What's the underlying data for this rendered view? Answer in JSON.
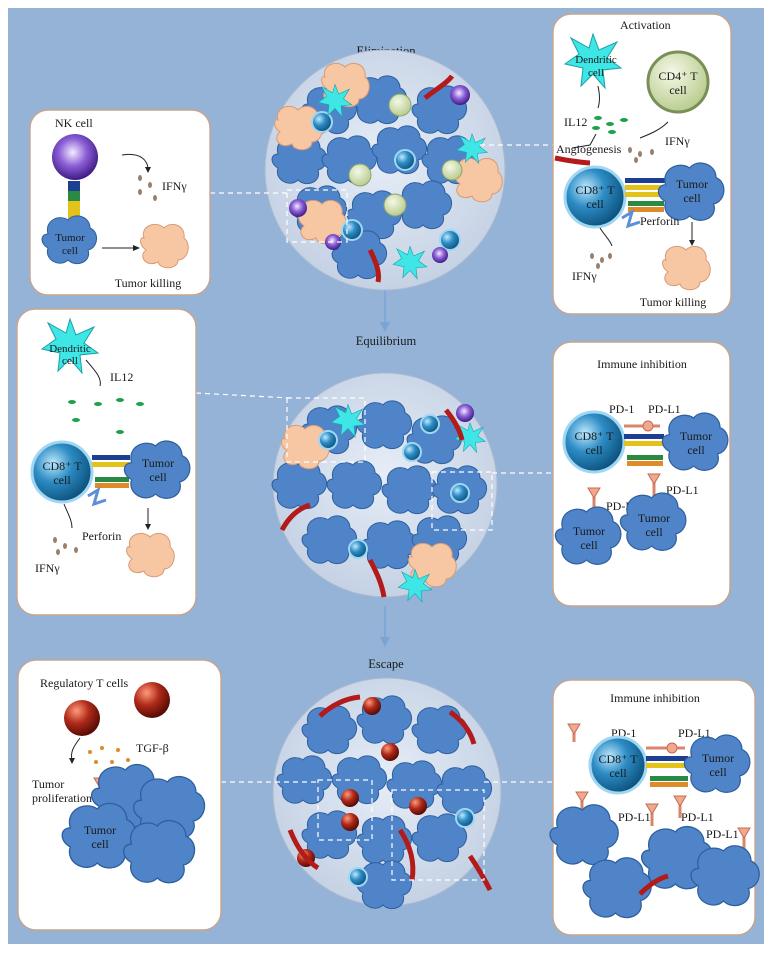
{
  "phases": {
    "elimination": "Elimination",
    "equilibrium": "Equilibrium",
    "escape": "Escape"
  },
  "nk_panel": {
    "nk_cell": "NK cell",
    "ifn": "IFNγ",
    "tumor_cell": [
      "Tumor",
      "cell"
    ],
    "tumor_killing": "Tumor killing"
  },
  "activation_panel": {
    "title": "Activation",
    "dendritic_cell": [
      "Dendritic",
      "cell"
    ],
    "cd4_cell": [
      "CD4⁺ T",
      "cell"
    ],
    "il12": "IL12",
    "angiogenesis": "Angiogenesis",
    "ifn_top": "IFNγ",
    "cd8_cell": [
      "CD8⁺ T",
      "cell"
    ],
    "tumor_cell": [
      "Tumor",
      "cell"
    ],
    "perforin": "Perforin",
    "ifn_bottom": "IFNγ",
    "tumor_killing": "Tumor killing"
  },
  "equilibrium_panel": {
    "dendritic_cell": [
      "Dendritic",
      "cell"
    ],
    "il12": "IL12",
    "cd8_cell": [
      "CD8⁺ T",
      "cell"
    ],
    "tumor_cell": [
      "Tumor",
      "cell"
    ],
    "perforin": "Perforin",
    "ifn": "IFNγ"
  },
  "inhibition_panel_1": {
    "title": "Immune inhibition",
    "pd1": "PD-1",
    "pdl1_top": "PD-L1",
    "cd8_cell": [
      "CD8⁺ T",
      "cell"
    ],
    "tumor_cell_main": [
      "Tumor",
      "cell"
    ],
    "pdl1_left": "PD-L1",
    "pdl1_right": "PD-L1",
    "tumor_cell_left": [
      "Tumor",
      "cell"
    ],
    "tumor_cell_right": [
      "Tumor",
      "cell"
    ]
  },
  "regulatory_panel": {
    "title": "Regulatory T cells",
    "tgf": "TGF-β",
    "proliferation": [
      "Tumor",
      "proliferation"
    ],
    "tumor_cell": [
      "Tumor",
      "cell"
    ]
  },
  "inhibition_panel_2": {
    "title": "Immune inhibition",
    "pd1": "PD-1",
    "pdl1_top": "PD-L1",
    "cd8_cell": [
      "CD8⁺ T",
      "cell"
    ],
    "tumor_cell": [
      "Tumor",
      "cell"
    ],
    "pdl1_a": "PD-L1",
    "pdl1_b": "PD-L1",
    "pdl1_c": "PD-L1"
  },
  "colors": {
    "background": "#95b3d7",
    "tumor": "#4f84c9",
    "dendritic": "#3ee6e6",
    "cd8": "#2d8cc4",
    "nk": "#8c5fd6",
    "regulatory": "#b02a1a",
    "killed_tumor": "#f7c7a3",
    "cd4": "#d6e4b4",
    "vessel": "#b31b1b"
  }
}
